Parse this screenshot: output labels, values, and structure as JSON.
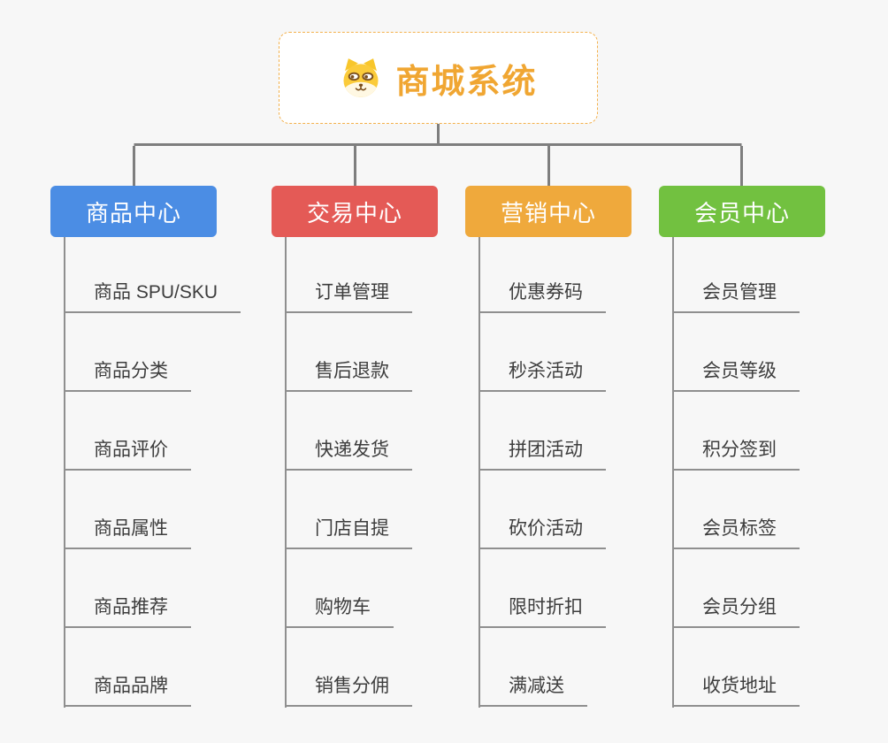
{
  "page": {
    "background": "#F7F7F7",
    "connector_color": "#7E7E7E",
    "line_color": "#8F8F8F"
  },
  "root": {
    "title": "商城系统",
    "icon": "shiba-dog-icon",
    "text_color": "#F0A632",
    "border_color": "#F3B14C",
    "background": "#FFFFFF"
  },
  "branches": [
    {
      "label": "商品中心",
      "color": "#4B8DE4",
      "text_color": "#FFFFFF",
      "items": [
        "商品 SPU/SKU",
        "商品分类",
        "商品评价",
        "商品属性",
        "商品推荐",
        "商品品牌"
      ]
    },
    {
      "label": "交易中心",
      "color": "#E45A56",
      "text_color": "#FFFFFF",
      "items": [
        "订单管理",
        "售后退款",
        "快递发货",
        "门店自提",
        "购物车",
        "销售分佣"
      ]
    },
    {
      "label": "营销中心",
      "color": "#EFA93C",
      "text_color": "#FFFFFF",
      "items": [
        "优惠券码",
        "秒杀活动",
        "拼团活动",
        "砍价活动",
        "限时折扣",
        "满减送"
      ]
    },
    {
      "label": "会员中心",
      "color": "#72C140",
      "text_color": "#FFFFFF",
      "items": [
        "会员管理",
        "会员等级",
        "积分签到",
        "会员标签",
        "会员分组",
        "收货地址"
      ]
    }
  ]
}
